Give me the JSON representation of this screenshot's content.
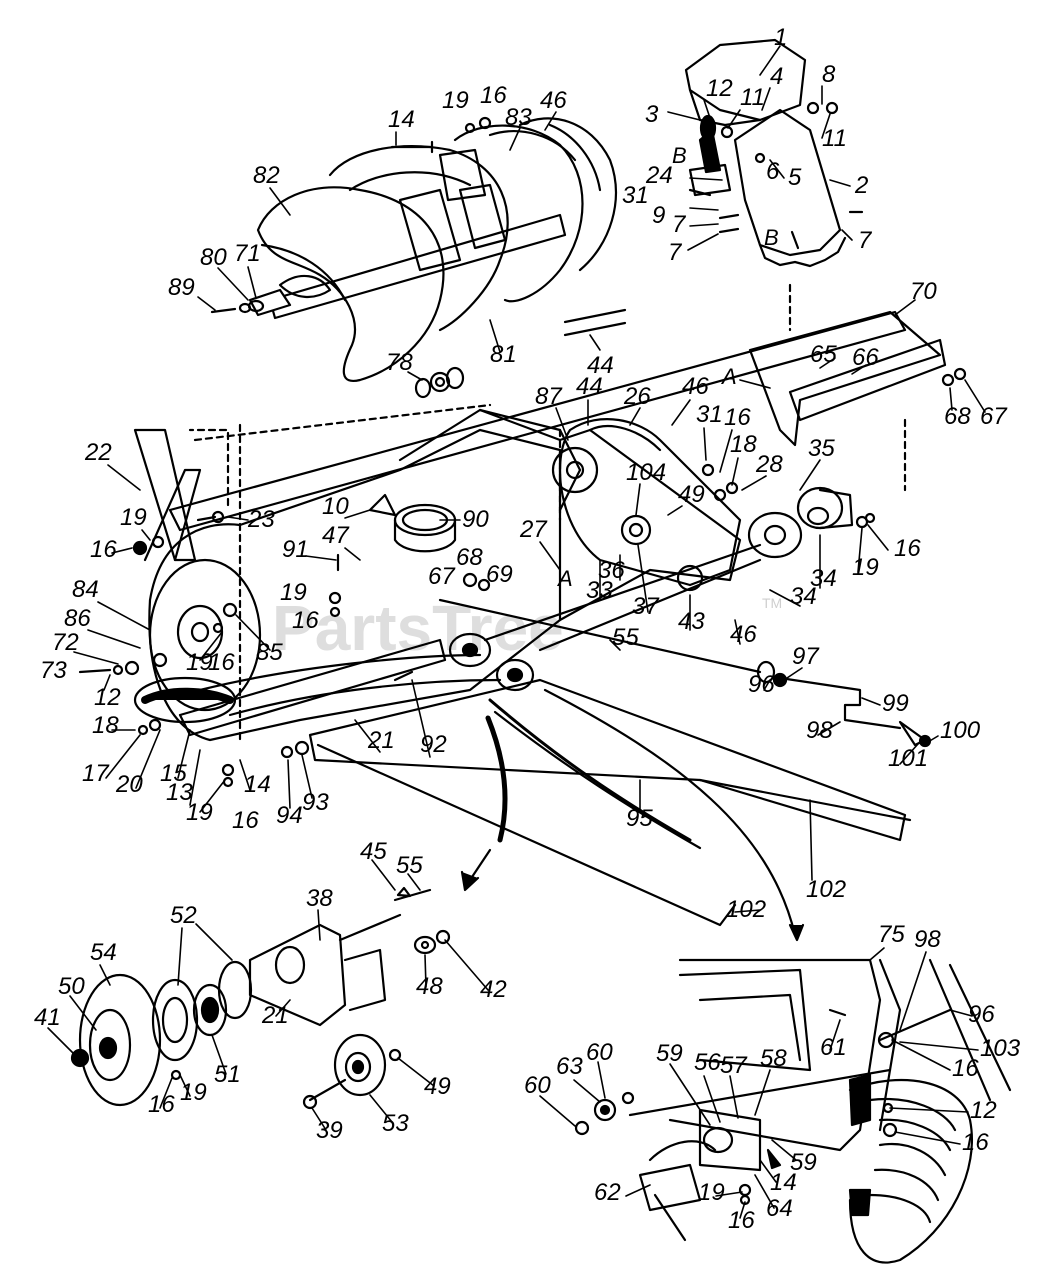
{
  "diagram": {
    "watermark": "PartsTree",
    "watermark_tm": "TM",
    "callouts": [
      "1",
      "2",
      "3",
      "4",
      "5",
      "6",
      "7",
      "7",
      "7",
      "8",
      "9",
      "11",
      "11",
      "12",
      "24",
      "31",
      "B",
      "B",
      "14",
      "19",
      "16",
      "83",
      "46",
      "82",
      "80",
      "71",
      "89",
      "78",
      "81",
      "44",
      "70",
      "65",
      "66",
      "A",
      "68",
      "67",
      "87",
      "44",
      "26",
      "46",
      "31",
      "16",
      "18",
      "28",
      "35",
      "49",
      "104",
      "22",
      "19",
      "16",
      "23",
      "10",
      "90",
      "91",
      "47",
      "27",
      "A",
      "33",
      "36",
      "37",
      "43",
      "55",
      "46",
      "34",
      "16",
      "19",
      "34",
      "84",
      "86",
      "72",
      "73",
      "12",
      "19",
      "16",
      "85",
      "19",
      "16",
      "68",
      "67",
      "69",
      "18",
      "17",
      "20",
      "15",
      "13",
      "19",
      "16",
      "14",
      "21",
      "92",
      "94",
      "93",
      "97",
      "96",
      "98",
      "99",
      "101",
      "100",
      "95",
      "102",
      "45",
      "55",
      "38",
      "52",
      "54",
      "50",
      "41",
      "19",
      "16",
      "51",
      "21",
      "48",
      "42",
      "49",
      "53",
      "39",
      "102",
      "75",
      "98",
      "96",
      "103",
      "16",
      "61",
      "60",
      "63",
      "60",
      "59",
      "56",
      "57",
      "58",
      "12",
      "16",
      "59",
      "14",
      "64",
      "62",
      "19",
      "16"
    ]
  }
}
